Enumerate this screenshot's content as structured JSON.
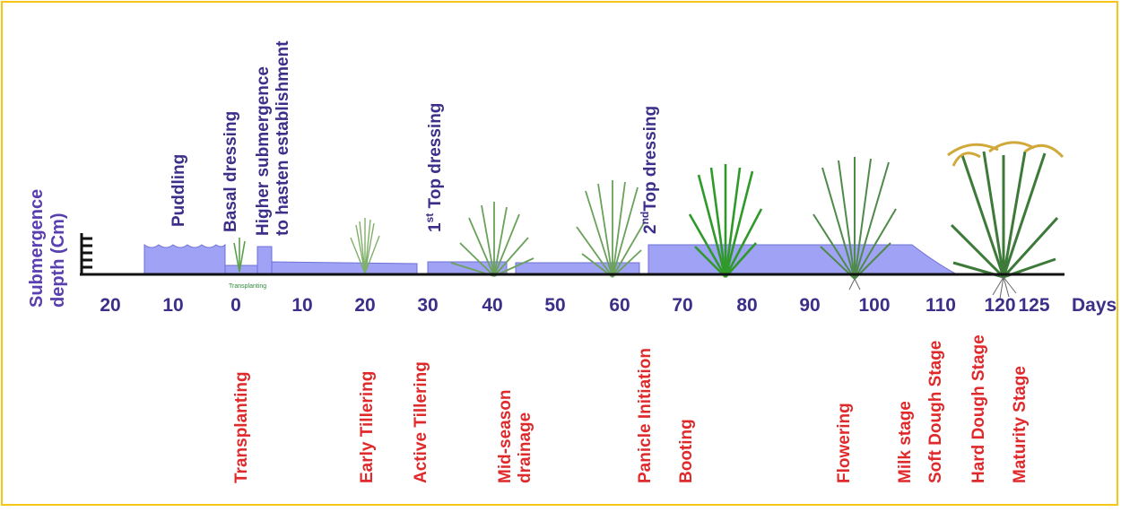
{
  "y_axis_label_line1": "Submergence",
  "y_axis_label_line2": "depth (Cm)",
  "x_unit": "Days",
  "x_ticks": [
    "20",
    "10",
    "0",
    "10",
    "20",
    "30",
    "40",
    "50",
    "60",
    "70",
    "80",
    "90",
    "100",
    "110",
    "120",
    "125"
  ],
  "operations": {
    "puddling": "Puddling",
    "basal_dressing": "Basal dressing",
    "higher_submergence_1": "Higher submergence",
    "higher_submergence_2": "to hasten establishment",
    "top_dressing_1_num": "1",
    "top_dressing_1_sup": "st",
    "top_dressing_1_text": " Top dressing",
    "top_dressing_2_num": "2",
    "top_dressing_2_sup": "nd",
    "top_dressing_2_text": "Top dressing"
  },
  "stages": {
    "transplanting": "Transplanting",
    "early_tillering": "Early Tillering",
    "active_tillering": "Active Tillering",
    "mid_season_1": "Mid-season",
    "mid_season_2": "drainage",
    "panicle_initiation": "Panicle Initiation",
    "booting": "Booting",
    "flowering": "Flowering",
    "milk_stage": "Milk stage",
    "soft_dough": "Soft Dough Stage",
    "hard_dough": "Hard Dough Stage",
    "maturity": "Maturity Stage"
  },
  "small_captions": {
    "transplanting": "Transplanting"
  },
  "colors": {
    "frame": "#f5c518",
    "water": "#9fa2f5",
    "water_stroke": "#6e71d6",
    "operations_text": "#3b2f8a",
    "stage_text": "#e0292b",
    "plant": "#3d8a3a"
  }
}
